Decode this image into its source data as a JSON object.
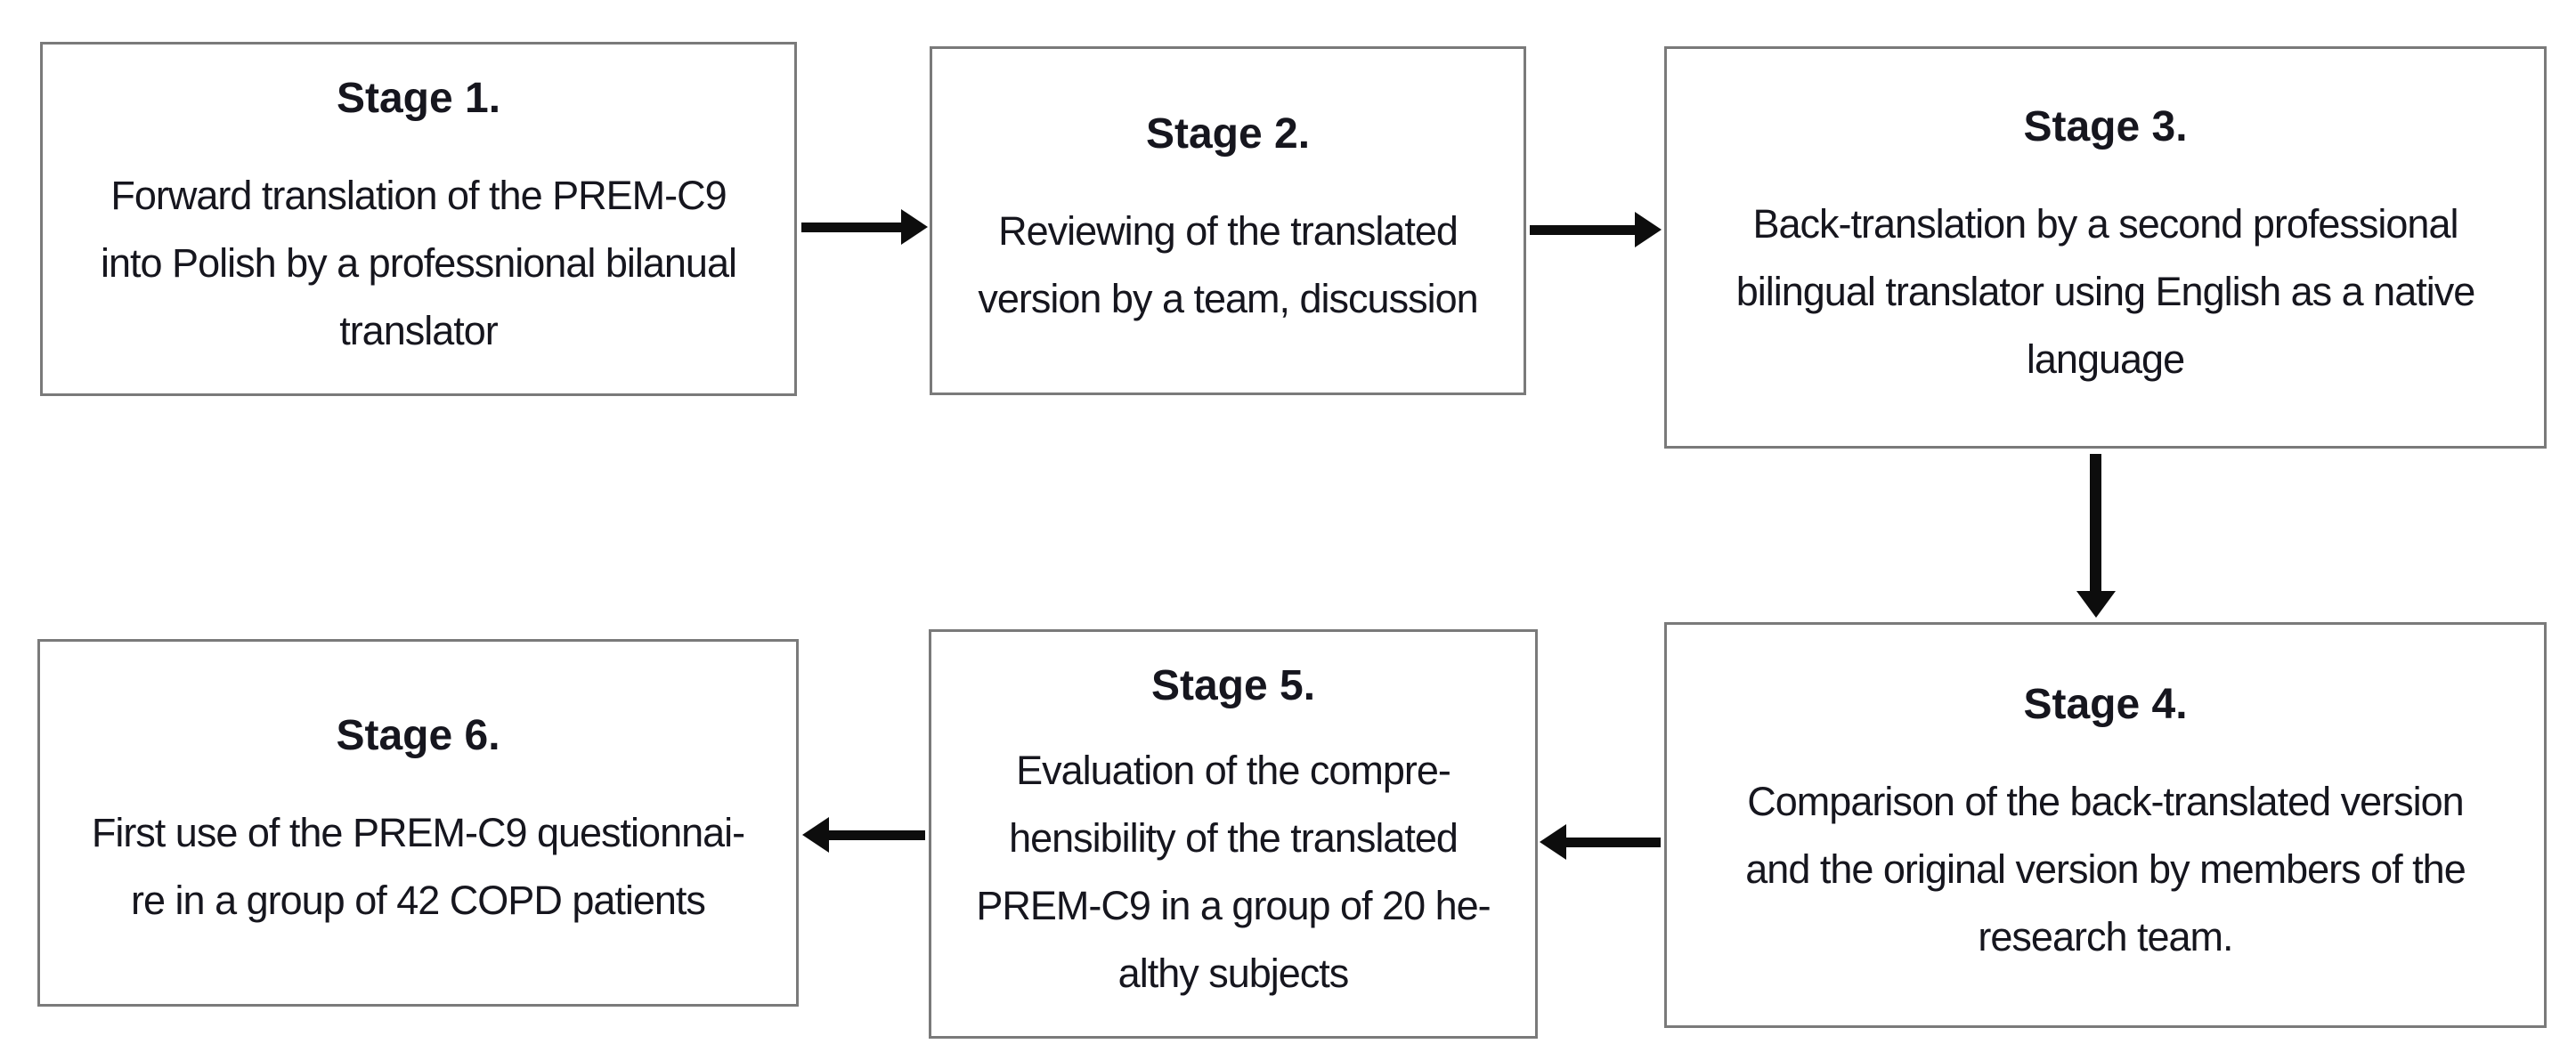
{
  "diagram": {
    "title": "PREM-C9 translation process flowchart",
    "stages": [
      {
        "name": "Stage 1.",
        "lines": [
          "Forward translation of the PREM-C9",
          "into Polish by a professnional bilanual",
          "translator"
        ]
      },
      {
        "name": "Stage 2.",
        "lines": [
          "Reviewing of the translated",
          "version by a team, discussion"
        ]
      },
      {
        "name": "Stage 3.",
        "lines": [
          "Back-translation by a second professional",
          "bilingual translator using English as a native",
          "language"
        ]
      },
      {
        "name": "Stage 4.",
        "lines": [
          "Comparison of the back-translated version",
          "and the original version by members of the",
          "research team."
        ]
      },
      {
        "name": "Stage 5.",
        "lines": [
          "Evaluation of the compre-",
          "hensibility of the translated",
          "PREM-C9 in a group of 20 he-",
          "althy subjects"
        ]
      },
      {
        "name": "Stage 6.",
        "lines": [
          "First use of the PREM-C9 questionnai-",
          "re in a group of 42 COPD patients"
        ]
      }
    ],
    "connections": [
      {
        "from": "Stage 1.",
        "to": "Stage 2.",
        "direction": "right"
      },
      {
        "from": "Stage 2.",
        "to": "Stage 3.",
        "direction": "right"
      },
      {
        "from": "Stage 3.",
        "to": "Stage 4.",
        "direction": "down"
      },
      {
        "from": "Stage 4.",
        "to": "Stage 5.",
        "direction": "left"
      },
      {
        "from": "Stage 5.",
        "to": "Stage 6.",
        "direction": "left"
      }
    ],
    "colors": {
      "background": "#ffffff",
      "box_background": "#ffffff",
      "border": "#7a7a7a",
      "text": "#16161e",
      "arrow": "#0d0d0d"
    }
  }
}
